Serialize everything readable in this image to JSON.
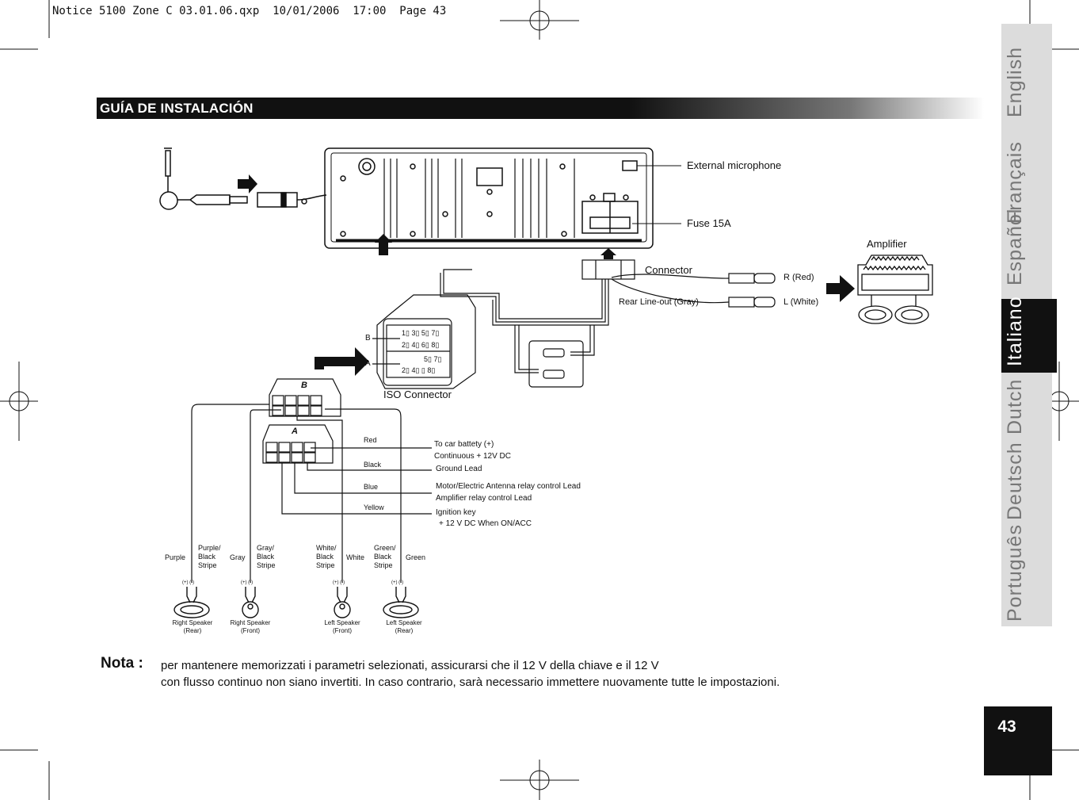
{
  "slug": "Notice 5100 Zone C 03.01.06.qxp  10/01/2006  17:00  Page 43",
  "header": {
    "title": "GUÍA DE INSTALACIÓN"
  },
  "sidebar": {
    "languages": [
      "English",
      "Français",
      "Español",
      "Italiano",
      "Dutch",
      "Deutsch",
      "Português"
    ],
    "active": "Italiano"
  },
  "diagram": {
    "external_microphone": "External microphone",
    "fuse": "Fuse 15A",
    "connector": "Connector",
    "amplifier": "Amplifier",
    "r_red": "R (Red)",
    "l_white": "L (White)",
    "rear_line_out": "Rear Line-out (Gray)",
    "iso_connector": "ISO Connector",
    "block_b": "B",
    "block_a": "A",
    "pins_b_top": "1▯ 3▯ 5▯ 7▯",
    "pins_b_bottom": "2▯ 4▯ 6▯ 8▯",
    "pins_a_top": "5▯ 7▯",
    "pins_a_bottom": "2▯ 4▯   ▯ 8▯",
    "plug_b": "B",
    "plug_a": "A",
    "wires": {
      "red": "Red",
      "black": "Black",
      "blue": "Blue",
      "yellow": "Yellow"
    },
    "leads": {
      "battery_1": "To car battety (+)",
      "battery_2": "Continuous  + 12V DC",
      "ground": "Ground Lead",
      "motor": "Motor/Electric Antenna relay control Lead",
      "amp_relay": "Amplifier relay control Lead",
      "ignition_1": "Ignition key",
      "ignition_2": "+ 12 V DC When  ON/ACC"
    },
    "speaker_wires": {
      "purple": "Purple",
      "purple_black": "Purple/\nBlack\nStripe",
      "gray": "Gray",
      "gray_black": "Gray/\nBlack\nStripe",
      "white_black": "White/\nBlack\nStripe",
      "white": "White",
      "green_black": "Green/\nBlack\nStripe",
      "green": "Green"
    },
    "polarity": "(+)  (-)",
    "speakers": {
      "right_rear": "Right Speaker\n(Rear)",
      "right_front": "Right Speaker\n(Front)",
      "left_front": "Left Speaker\n(Front)",
      "left_rear": "Left Speaker\n(Rear)"
    }
  },
  "note": {
    "label": "Nota :",
    "line1": "per mantenere memorizzati i parametri selezionati, assicurarsi che il 12 V della chiave e il 12 V",
    "line2": "con flusso continuo non siano invertiti. In caso contrario, sarà necessario immettere nuovamente tutte le impostazioni."
  },
  "page_number": "43",
  "colors": {
    "ink": "#111111",
    "tab_gray": "#dcdcdc",
    "lang_gray": "#777777"
  }
}
